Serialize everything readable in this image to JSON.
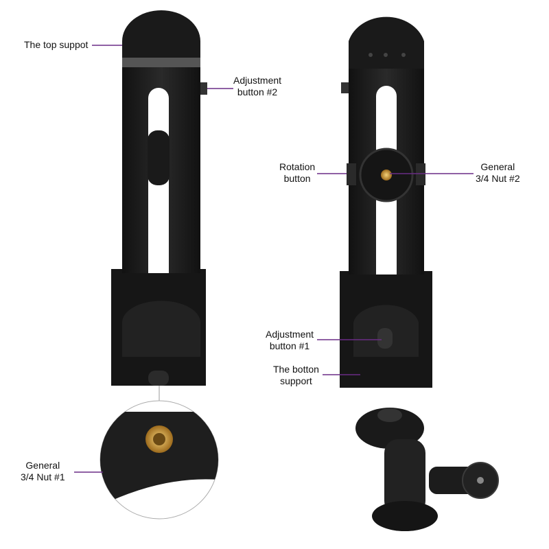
{
  "labels": {
    "top_support": "The top suppot",
    "adjustment_button_2": [
      "Adjustment",
      "button #2"
    ],
    "rotation_button": [
      "Rotation",
      "button"
    ],
    "nut_2": [
      "General",
      "3/4 Nut #2"
    ],
    "adjustment_button_1": [
      "Adjustment",
      "button #1"
    ],
    "bottom_support": [
      "The botton",
      "support"
    ],
    "nut_1": [
      "General",
      "3/4 Nut #1"
    ]
  },
  "colors": {
    "leader_line": "#6a2c85",
    "product": "#1c1c1c",
    "brass": "#c99a3c"
  }
}
